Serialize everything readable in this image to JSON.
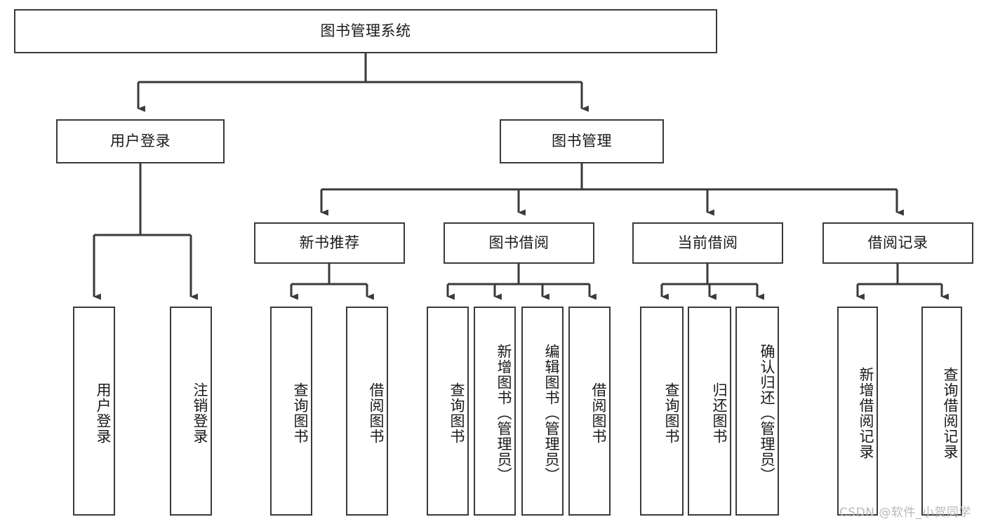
{
  "diagram": {
    "title": "图书管理系统",
    "watermark": "CSDN @软件_小贺同学",
    "stroke_color": "#3a3a3a",
    "background_color": "#ffffff",
    "text_color": "#1a1a1a"
  },
  "nodes": {
    "root": {
      "label": "图书管理系统"
    },
    "level1": [
      {
        "label": "用户登录"
      },
      {
        "label": "图书管理"
      }
    ],
    "level2": [
      {
        "label": "新书推荐"
      },
      {
        "label": "图书借阅"
      },
      {
        "label": "当前借阅"
      },
      {
        "label": "借阅记录"
      }
    ],
    "leaves": {
      "user_login": [
        {
          "label": "用户登录"
        },
        {
          "label": "注销登录"
        }
      ],
      "new_book_recommend": [
        {
          "label": "查询图书"
        },
        {
          "label": "借阅图书"
        }
      ],
      "book_borrow": [
        {
          "label": "查询图书"
        },
        {
          "label": "新增图书（管理员）"
        },
        {
          "label": "编辑图书（管理员）"
        },
        {
          "label": "借阅图书"
        }
      ],
      "current_borrow": [
        {
          "label": "查询图书"
        },
        {
          "label": "归还图书"
        },
        {
          "label": "确认归还（管理员）"
        }
      ],
      "borrow_record": [
        {
          "label": "新增借阅记录"
        },
        {
          "label": "查询借阅记录"
        }
      ]
    }
  }
}
